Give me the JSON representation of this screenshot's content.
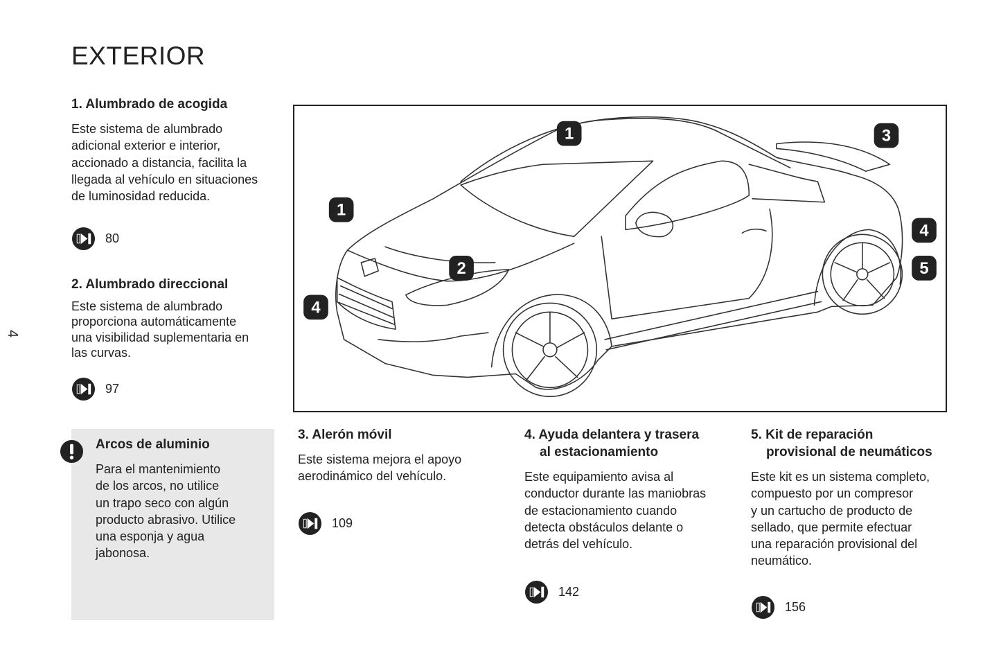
{
  "page": {
    "title": "EXTERIOR",
    "page_number": "4"
  },
  "sections": [
    {
      "heading": "1. Alumbrado de acogida",
      "body": [
        "Este sistema de alumbrado",
        "adicional exterior e interior,",
        "accionado a distancia, facilita la",
        "llegada al vehículo en situaciones",
        "de luminosidad reducida."
      ],
      "ref": "80"
    },
    {
      "heading": "2. Alumbrado direccional",
      "body": [
        "Este sistema de alumbrado",
        "proporciona automáticamente",
        "una visibilidad suplementaria en",
        "las curvas."
      ],
      "ref": "97"
    },
    {
      "heading": "3. Alerón móvil",
      "body": [
        "Este sistema mejora el apoyo",
        "aerodinámico del vehículo."
      ],
      "ref": "109"
    },
    {
      "heading": [
        "4. Ayuda delantera y trasera",
        "al estacionamiento"
      ],
      "body": [
        "Este equipamiento avisa al",
        "conductor durante las maniobras",
        "de estacionamiento cuando",
        "detecta obstáculos delante o",
        "detrás del vehículo."
      ],
      "ref": "142"
    },
    {
      "heading": [
        "5. Kit de reparación",
        "provisional de neumáticos"
      ],
      "body": [
        "Este kit es un sistema completo,",
        "compuesto por un compresor",
        "y un cartucho de producto de",
        "sellado, que permite efectuar",
        "una reparación provisional del",
        "neumático."
      ],
      "ref": "156"
    }
  ],
  "note": {
    "heading": "Arcos de aluminio",
    "body": [
      "Para el mantenimiento",
      "de los arcos, no utilice",
      "un trapo seco con algún",
      "producto abrasivo. Utilice",
      "una esponja y agua",
      "jabonosa."
    ],
    "icon": "warning-exclamation-icon"
  },
  "figure": {
    "callouts": [
      "1",
      "1",
      "2",
      "3",
      "4",
      "4",
      "5"
    ]
  },
  "icons": {
    "ref_icon": "page-reference-arrow-icon"
  },
  "colors": {
    "text": "#222222",
    "note_background": "#e8e8e8"
  }
}
